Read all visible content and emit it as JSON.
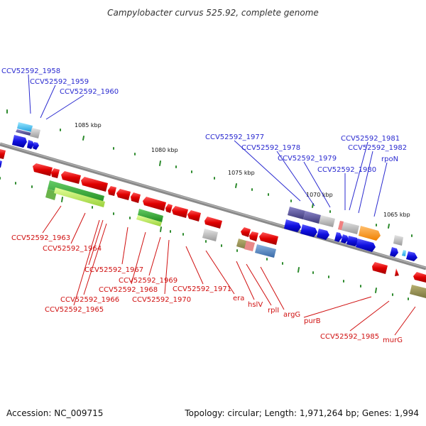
{
  "title": "Campylobacter curvus 525.92, complete genome",
  "footer": {
    "accession": "Accession: NC_009715",
    "stats": "Topology: circular; Length: 1,971,264 bp; Genes: 1,994"
  },
  "scale_labels": [
    "1085 kbp",
    "1080 kbp",
    "1075 kbp",
    "1070 kbp",
    "1065 kbp"
  ],
  "top_labels": [
    "CCV52592_1958",
    "CCV52592_1959",
    "CCV52592_1960",
    "CCV52592_1977",
    "CCV52592_1978",
    "CCV52592_1979",
    "CCV52592_1980",
    "CCV52592_1981",
    "CCV52592_1982",
    "rpoN"
  ],
  "bottom_labels": [
    "CCV52592_1963",
    "CCV52592_1964",
    "CCV52592_1967",
    "CCV52592_1969",
    "CCV52592_1968",
    "CCV52592_1966",
    "CCV52592_1965",
    "CCV52592_1971",
    "CCV52592_1970",
    "era",
    "hslV",
    "rplI",
    "argG",
    "purB",
    "CCV52592_1985",
    "murG"
  ],
  "colors": {
    "forward_strand": "#1414e0",
    "reverse_strand": "#e00000",
    "backbone": "#8a8a8a",
    "scale_ticks": "#2e8b2e",
    "label_blue": "#2a2ad0",
    "label_red": "#d01010"
  }
}
